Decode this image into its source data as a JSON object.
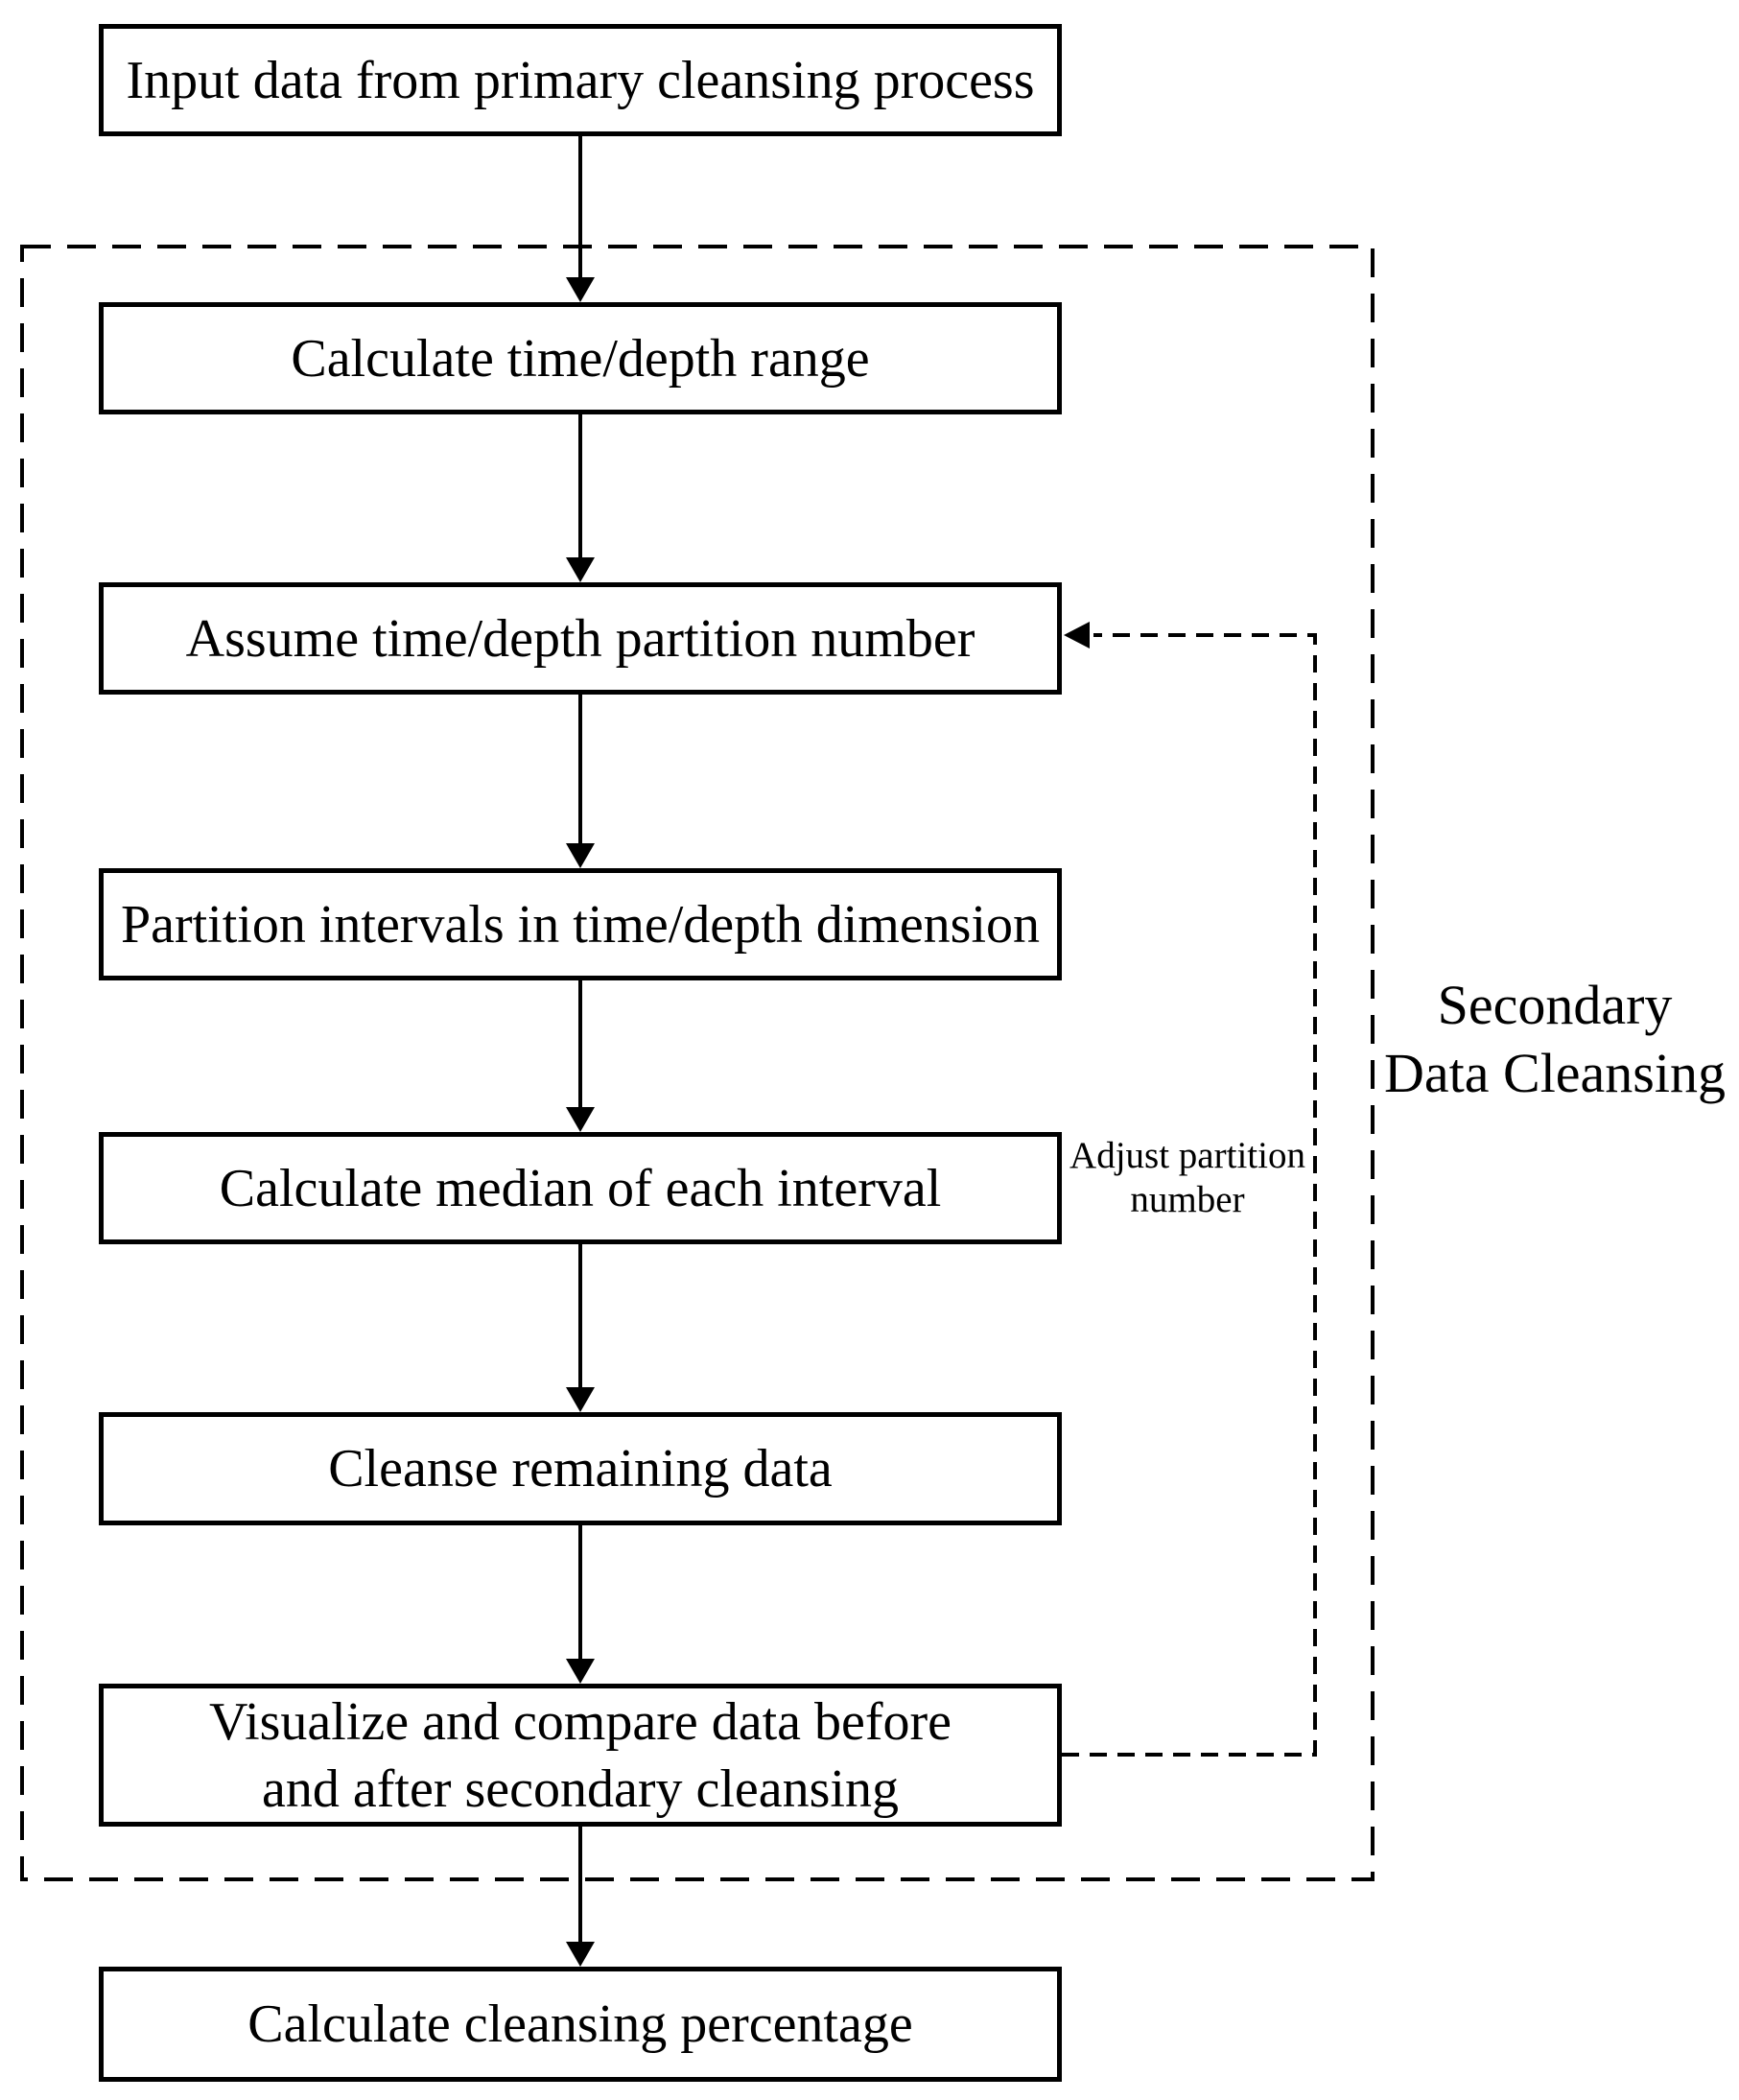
{
  "diagram": {
    "boxes": [
      {
        "label": "Input data from primary cleansing process"
      },
      {
        "label": "Calculate time/depth range"
      },
      {
        "label": "Assume time/depth partition number"
      },
      {
        "label": "Partition intervals in time/depth dimension"
      },
      {
        "label": "Calculate median of each interval"
      },
      {
        "label": "Cleanse remaining data"
      },
      {
        "label": "Visualize and compare data before and after secondary cleansing"
      },
      {
        "label": "Calculate cleansing percentage"
      }
    ],
    "group_label": {
      "line1": "Secondary",
      "line2": "Data Cleansing"
    },
    "feedback_label": {
      "line1": "Adjust partition",
      "line2": "number"
    },
    "colors": {
      "line": "#000000",
      "background": "#ffffff"
    }
  }
}
